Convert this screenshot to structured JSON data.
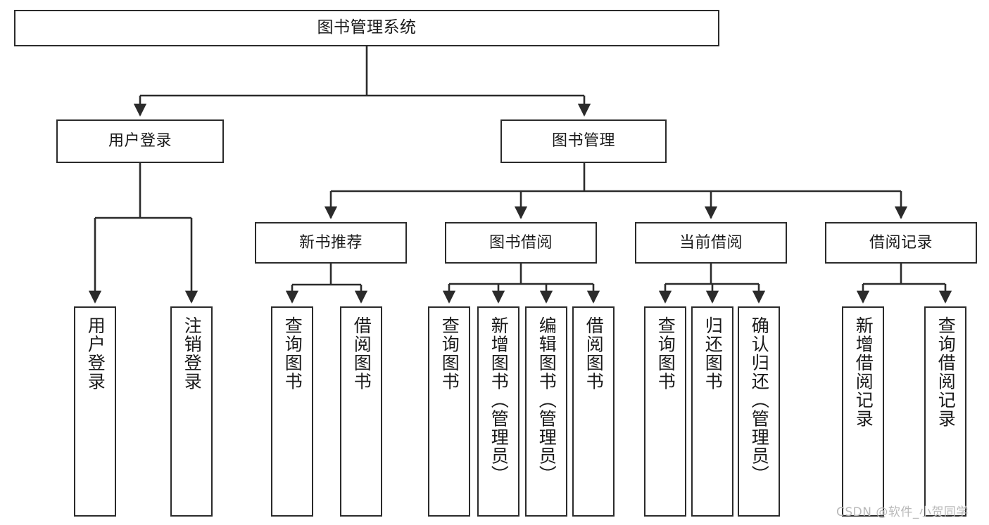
{
  "diagram": {
    "title": "图书管理系统",
    "type": "tree",
    "watermark": "CSDN @软件_小贺同学",
    "colors": {
      "box_border": "#2b2b2b",
      "box_fill": "#ffffff",
      "edge": "#2b2b2b",
      "text": "#1a1a1a",
      "watermark": "#b9b9b9",
      "background": "#ffffff"
    },
    "nodes": {
      "root": {
        "label": "图书管理系统"
      },
      "level2": [
        {
          "label": "用户登录"
        },
        {
          "label": "图书管理"
        }
      ],
      "level3": [
        {
          "label": "新书推荐"
        },
        {
          "label": "图书借阅"
        },
        {
          "label": "当前借阅"
        },
        {
          "label": "借阅记录"
        }
      ],
      "leaves": {
        "user_login": [
          {
            "label": "用户登录"
          },
          {
            "label": "注销登录"
          }
        ],
        "new_book_recommend": [
          {
            "label": "查询图书"
          },
          {
            "label": "借阅图书"
          }
        ],
        "book_borrow": [
          {
            "label": "查询图书"
          },
          {
            "label": "新增图书（管理员）"
          },
          {
            "label": "编辑图书（管理员）"
          },
          {
            "label": "借阅图书"
          }
        ],
        "current_borrow": [
          {
            "label": "查询图书"
          },
          {
            "label": "归还图书"
          },
          {
            "label": "确认归还（管理员）"
          }
        ],
        "borrow_record": [
          {
            "label": "新增借阅记录"
          },
          {
            "label": "查询借阅记录"
          }
        ]
      }
    }
  }
}
